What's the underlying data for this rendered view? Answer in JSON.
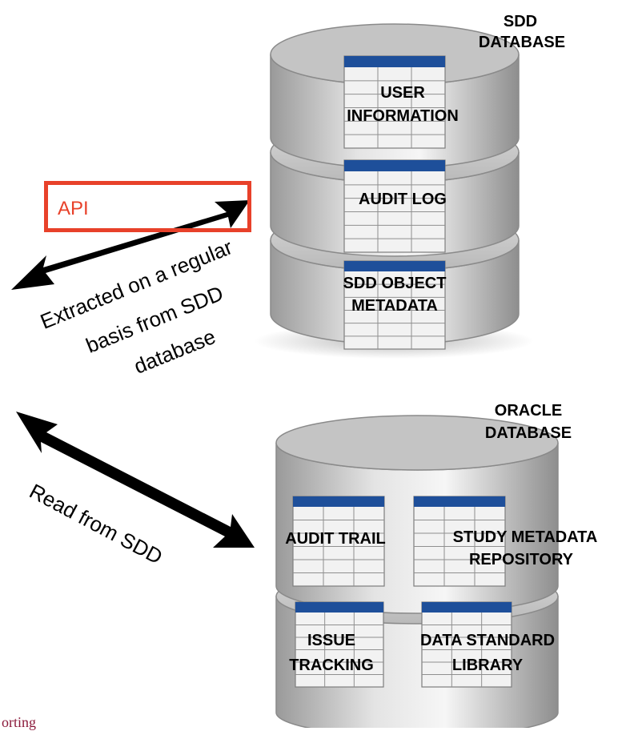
{
  "colors": {
    "accent": "#e8412a",
    "table_header": "#1e4f9a",
    "footer_text": "#8b1a3b"
  },
  "sdd_database": {
    "title_line1": "SDD",
    "title_line2": "DATABASE",
    "tables": [
      {
        "line1": "USER",
        "line2": "INFORMATION"
      },
      {
        "line1": "AUDIT LOG",
        "line2": ""
      },
      {
        "line1": "SDD OBJECT",
        "line2": "METADATA"
      }
    ]
  },
  "oracle_database": {
    "title_line1": "ORACLE",
    "title_line2": "DATABASE",
    "tables": [
      {
        "line1": "AUDIT TRAIL",
        "line2": ""
      },
      {
        "line1": "STUDY METADATA",
        "line2": "REPOSITORY"
      },
      {
        "line1": "ISSUE",
        "line2": "TRACKING"
      },
      {
        "line1": "DATA STANDARD",
        "line2": "LIBRARY"
      }
    ]
  },
  "api_label": "API",
  "upper_arrow_caption": {
    "line1": "Extracted on a regular",
    "line2": "basis from SDD",
    "line3": "database"
  },
  "lower_arrow_caption": "Read from SDD",
  "footer_fragment": "orting"
}
